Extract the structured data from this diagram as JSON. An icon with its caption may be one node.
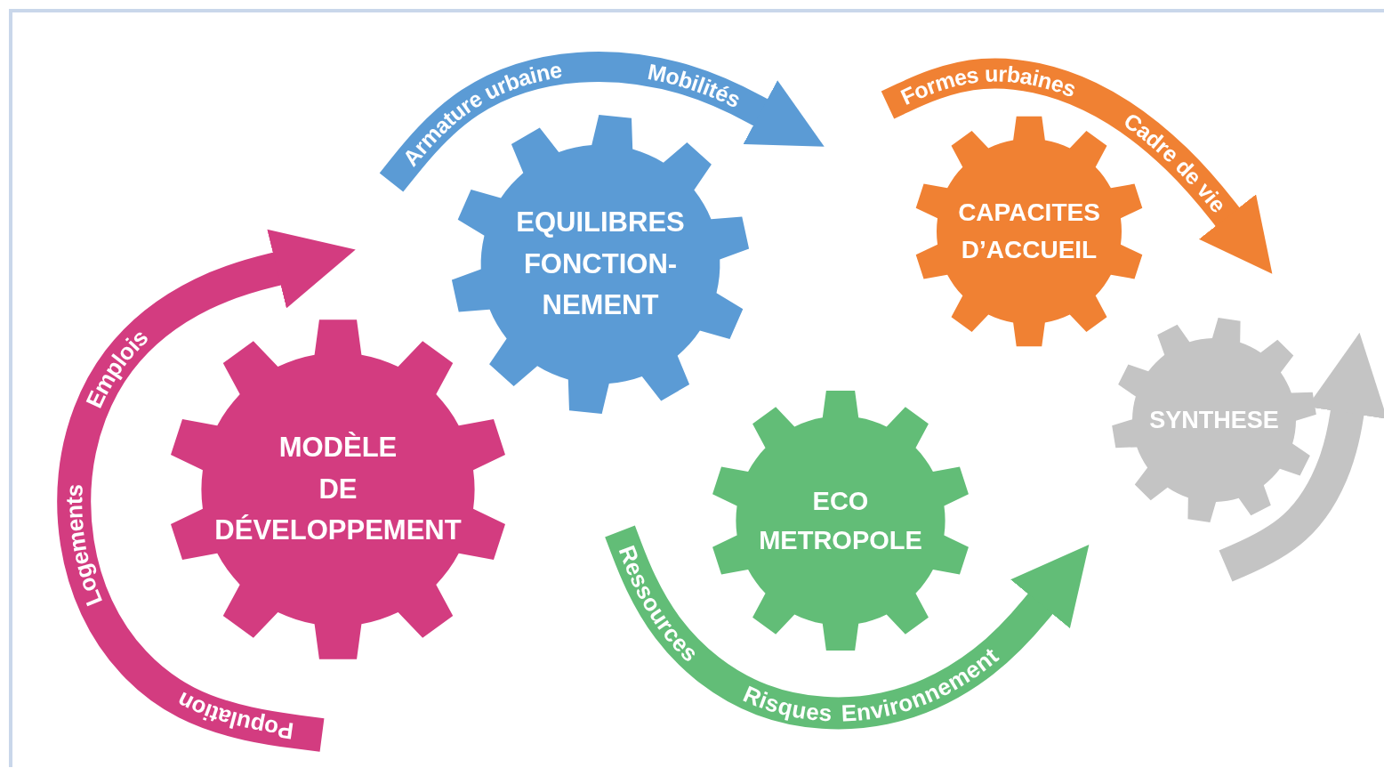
{
  "diagram": {
    "nodes": [
      {
        "text": [
          "MODÈLE DE DÉVELOPPEMENT"
        ]
      },
      {
        "text": [
          "EQUILIBRES FONCTION- NEMENT"
        ]
      },
      {
        "text": [
          "CAPACITES D’ACCUEIL"
        ]
      },
      {
        "text": [
          "ECO METROPOLE"
        ]
      },
      {
        "text": [
          "SYNTHESE"
        ]
      }
    ],
    "labels": [
      "Population",
      "Logements",
      "Emplois",
      "Armature urbaine",
      "Mobilités",
      "Formes urbaines",
      "Cadre de vie",
      "Ressources",
      "Risques",
      "Environnement"
    ]
  }
}
